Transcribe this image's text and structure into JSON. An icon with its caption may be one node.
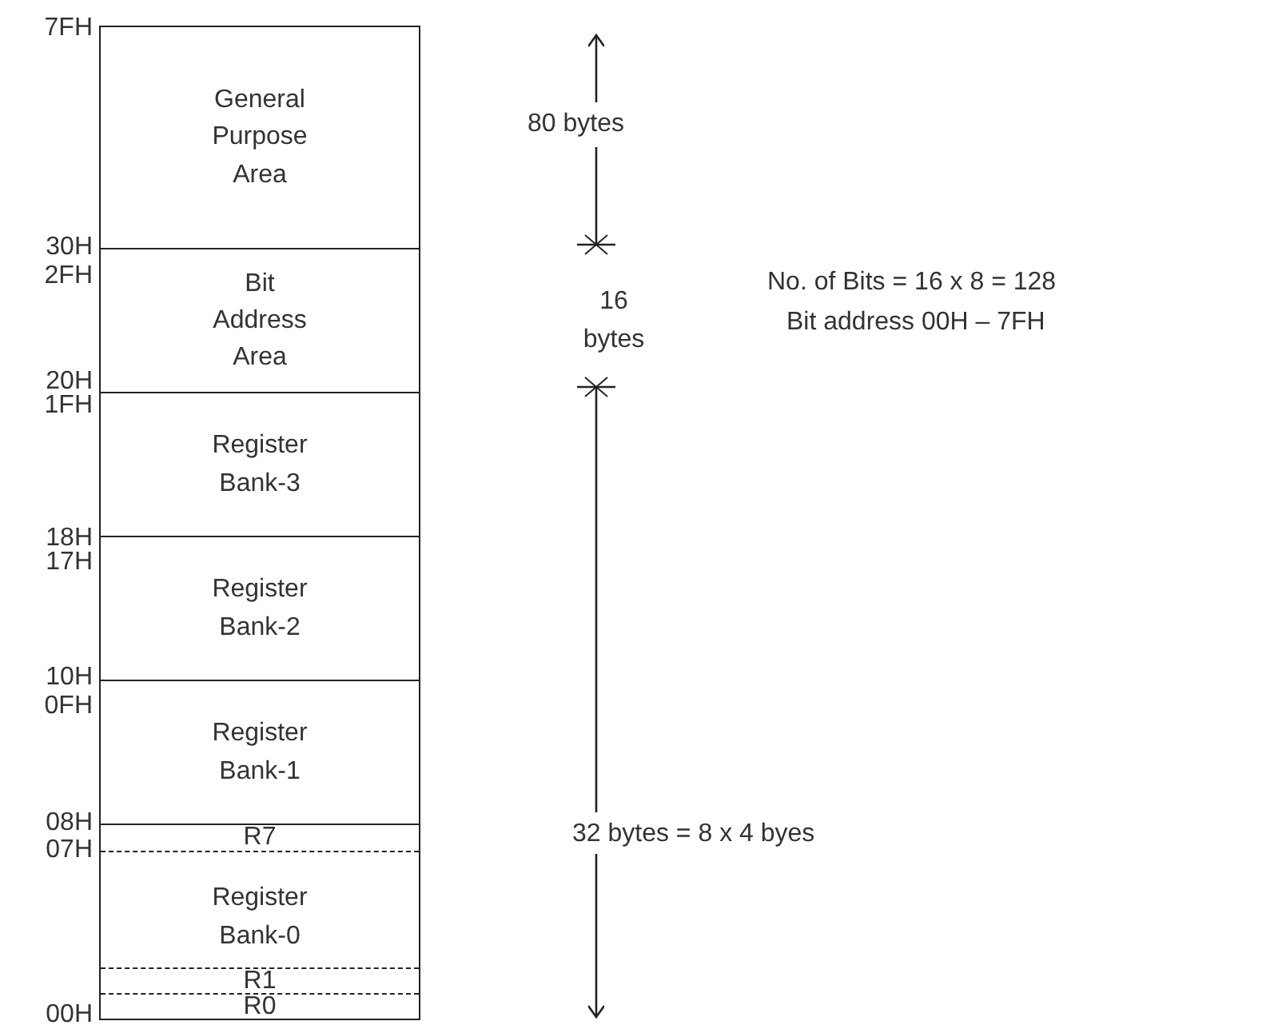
{
  "diagram": {
    "nodes": [
      {
        "text": [
          "General Purpose Area"
        ]
      },
      {
        "text": [
          "Bit Address Area"
        ]
      },
      {
        "text": [
          "Register Bank-3"
        ]
      },
      {
        "text": [
          "Register Bank-2"
        ]
      },
      {
        "text": [
          "Register Bank-1"
        ]
      },
      {
        "text": [
          "Register Bank-0"
        ]
      },
      {
        "text": [
          "R7"
        ],
        "in": 5
      },
      {
        "text": [
          "R1"
        ],
        "in": 5
      },
      {
        "text": [
          "R0"
        ],
        "in": 5
      }
    ],
    "edges": [],
    "labels": [
      "7FH",
      "80 bytes",
      "30H",
      "2FH",
      "16 bytes",
      "No. of Bits = 16 x 8 = 128",
      "Bit address 00H – 7FH",
      "20H",
      "1FH",
      "18H",
      "17H",
      "10H",
      "0FH",
      "32 bytes = 8 x 4 byes",
      "08H",
      "07H",
      "00H"
    ]
  }
}
